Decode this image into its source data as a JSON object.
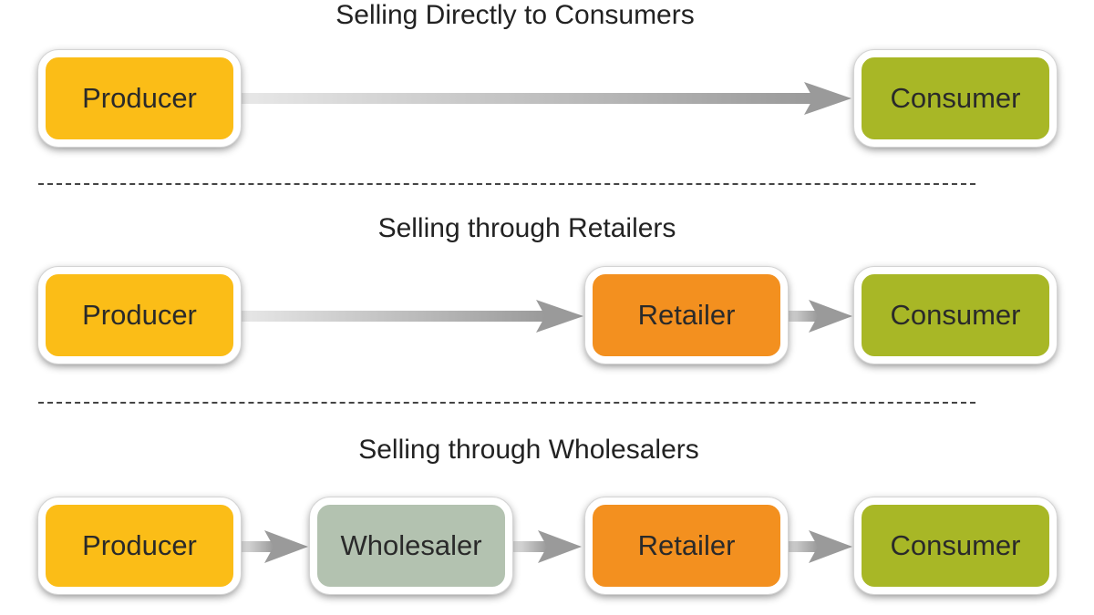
{
  "colors": {
    "producer": "#fbbd17",
    "consumer": "#a8b726",
    "retailer": "#f3901f",
    "wholesaler": "#b3c2b0",
    "arrow_start": "#e6e6e6",
    "arrow_end": "#9a9a9a"
  },
  "rows": [
    {
      "title": "Selling Directly to Consumers",
      "nodes": [
        {
          "label": "Producer",
          "role": "producer"
        },
        {
          "label": "Consumer",
          "role": "consumer"
        }
      ]
    },
    {
      "title": "Selling through Retailers",
      "nodes": [
        {
          "label": "Producer",
          "role": "producer"
        },
        {
          "label": "Retailer",
          "role": "retailer"
        },
        {
          "label": "Consumer",
          "role": "consumer"
        }
      ]
    },
    {
      "title": "Selling through Wholesalers",
      "nodes": [
        {
          "label": "Producer",
          "role": "producer"
        },
        {
          "label": "Wholesaler",
          "role": "wholesaler"
        },
        {
          "label": "Retailer",
          "role": "retailer"
        },
        {
          "label": "Consumer",
          "role": "consumer"
        }
      ]
    }
  ]
}
